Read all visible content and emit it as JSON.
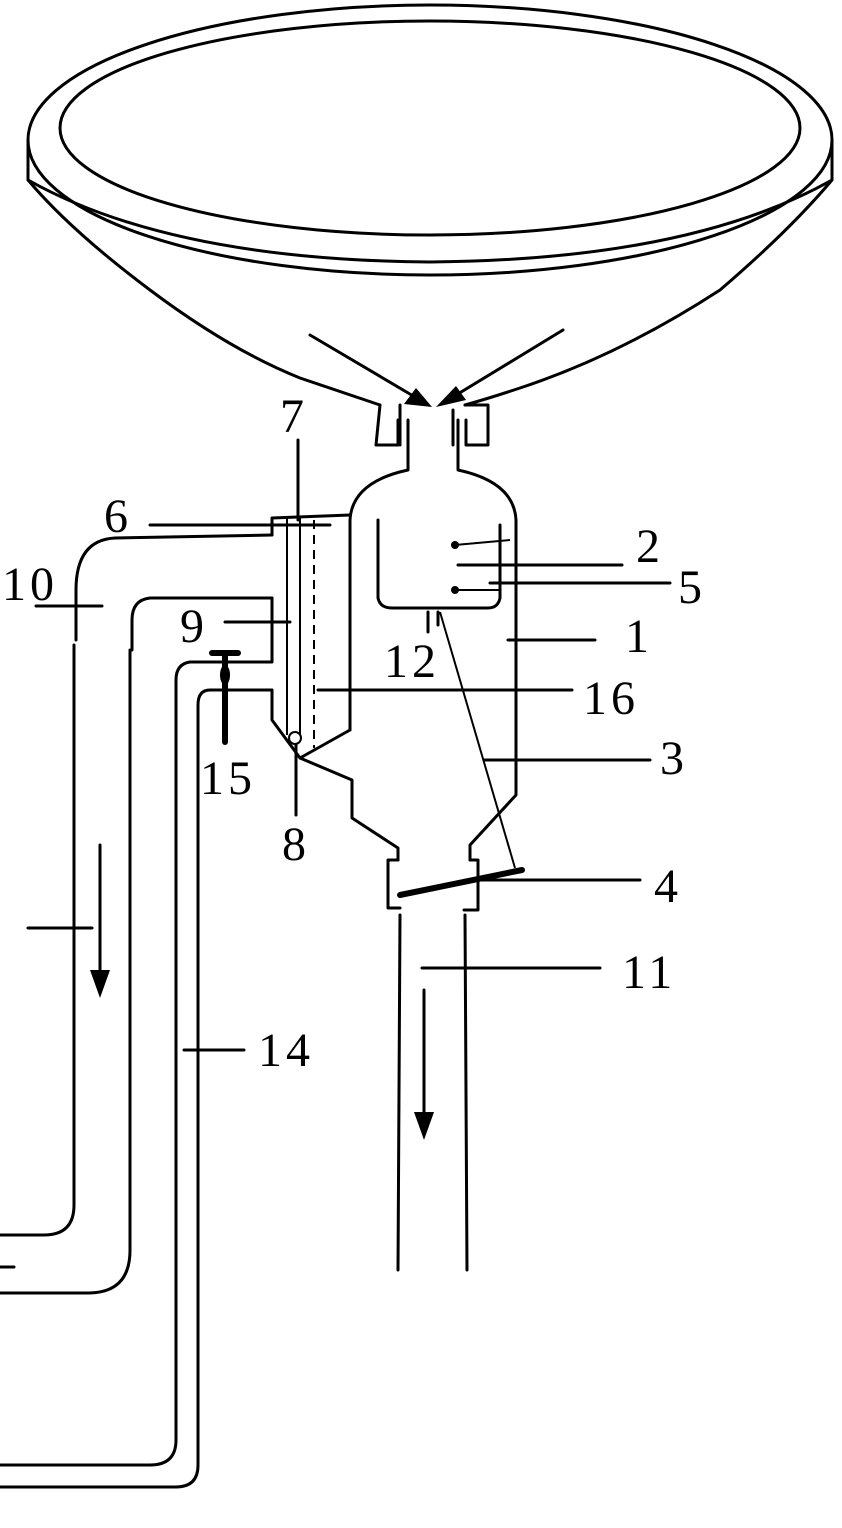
{
  "labels": {
    "l1": "1",
    "l2": "2",
    "l3": "3",
    "l4": "4",
    "l5": "5",
    "l6": "6",
    "l7": "7",
    "l8": "8",
    "l9": "9",
    "l10": "10",
    "l11": "11",
    "l12": "12",
    "l14": "14",
    "l15": "15",
    "l16": "16"
  },
  "colors": {
    "stroke": "#000000",
    "background": "#ffffff"
  }
}
